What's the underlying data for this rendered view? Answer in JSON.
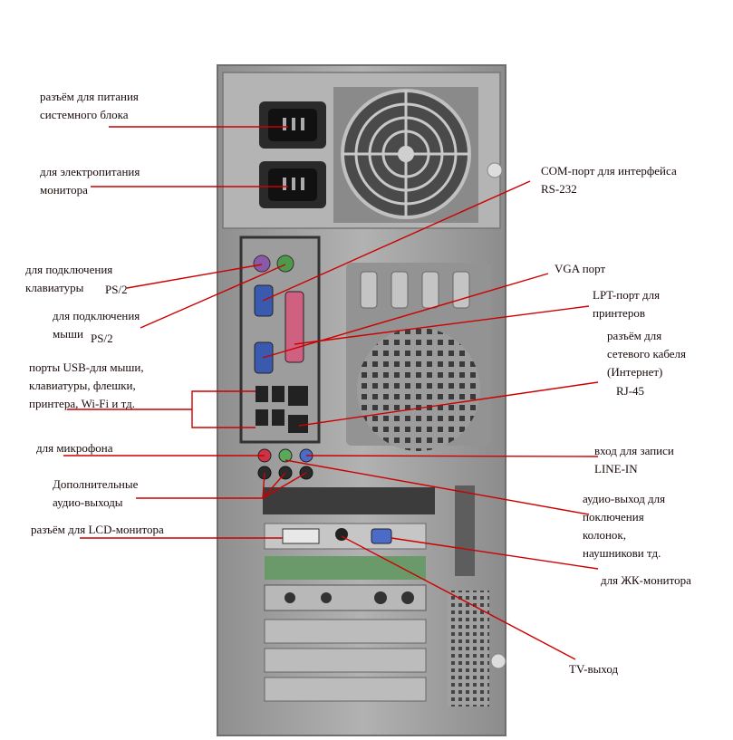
{
  "colors": {
    "leader": "#cc0000",
    "case": "#a3a3a3",
    "case_dark": "#5d5d5d",
    "io_panel": "#9a9a9a",
    "port_purple": "#8a5aa8",
    "port_green": "#4d9a4d",
    "port_pink": "#d06080",
    "port_blue": "#3a5ab0",
    "port_vga_blue": "#4a6cc8",
    "audio_red": "#cc3344",
    "audio_green": "#5aa85a",
    "audio_blue": "#4a6cc8",
    "pcb_green": "#6a9a6a"
  },
  "labels": {
    "power_psu": [
      "разъём для питания",
      "системного блока"
    ],
    "power_monitor": [
      "для электропитания",
      "монитора"
    ],
    "keyboard": [
      "для подключения",
      "клавиатуры"
    ],
    "keyboard_suffix": "PS/2",
    "mouse": [
      "для подключения",
      "мыши"
    ],
    "mouse_suffix": "PS/2",
    "usb": [
      "порты USB-для мыши,",
      "клавиатуры, флешки,",
      "принтера, Wi-Fi и тд."
    ],
    "mic": [
      "для микрофона"
    ],
    "extra_audio": [
      "Дополнительные",
      "аудио-выходы"
    ],
    "lcd": [
      "разъём для LCD-монитора"
    ],
    "com": [
      "COM-порт для интерфейса",
      "RS-232"
    ],
    "vga": [
      "VGA порт"
    ],
    "lpt": [
      "LPT-порт для",
      "принтеров"
    ],
    "net": [
      "разъём для",
      "сетевого кабеля",
      "(Интернет)"
    ],
    "net_suffix": "RJ-45",
    "line_in": [
      "вход для записи",
      "LINE-IN"
    ],
    "audio_out": [
      "аудио-выход для",
      "поключения",
      "колонок,",
      "наушникови тд."
    ],
    "lcd_monitor": [
      "для ЖК-монитора"
    ],
    "tv": [
      "TV-выход"
    ]
  },
  "icons": {
    "psu_socket": "iec-power-inlet-icon",
    "monitor_socket": "iec-power-outlet-icon",
    "fan": "fan-grille-icon",
    "ps2": "ps2-port-icon",
    "com": "db9-serial-port-icon",
    "lpt": "db25-parallel-port-icon",
    "vga": "db15-vga-port-icon",
    "usb": "usb-port-icon",
    "rj45": "rj45-port-icon",
    "audio": "audio-jack-icon",
    "dvi": "dvi-port-icon",
    "svideo": "svideo-port-icon"
  }
}
